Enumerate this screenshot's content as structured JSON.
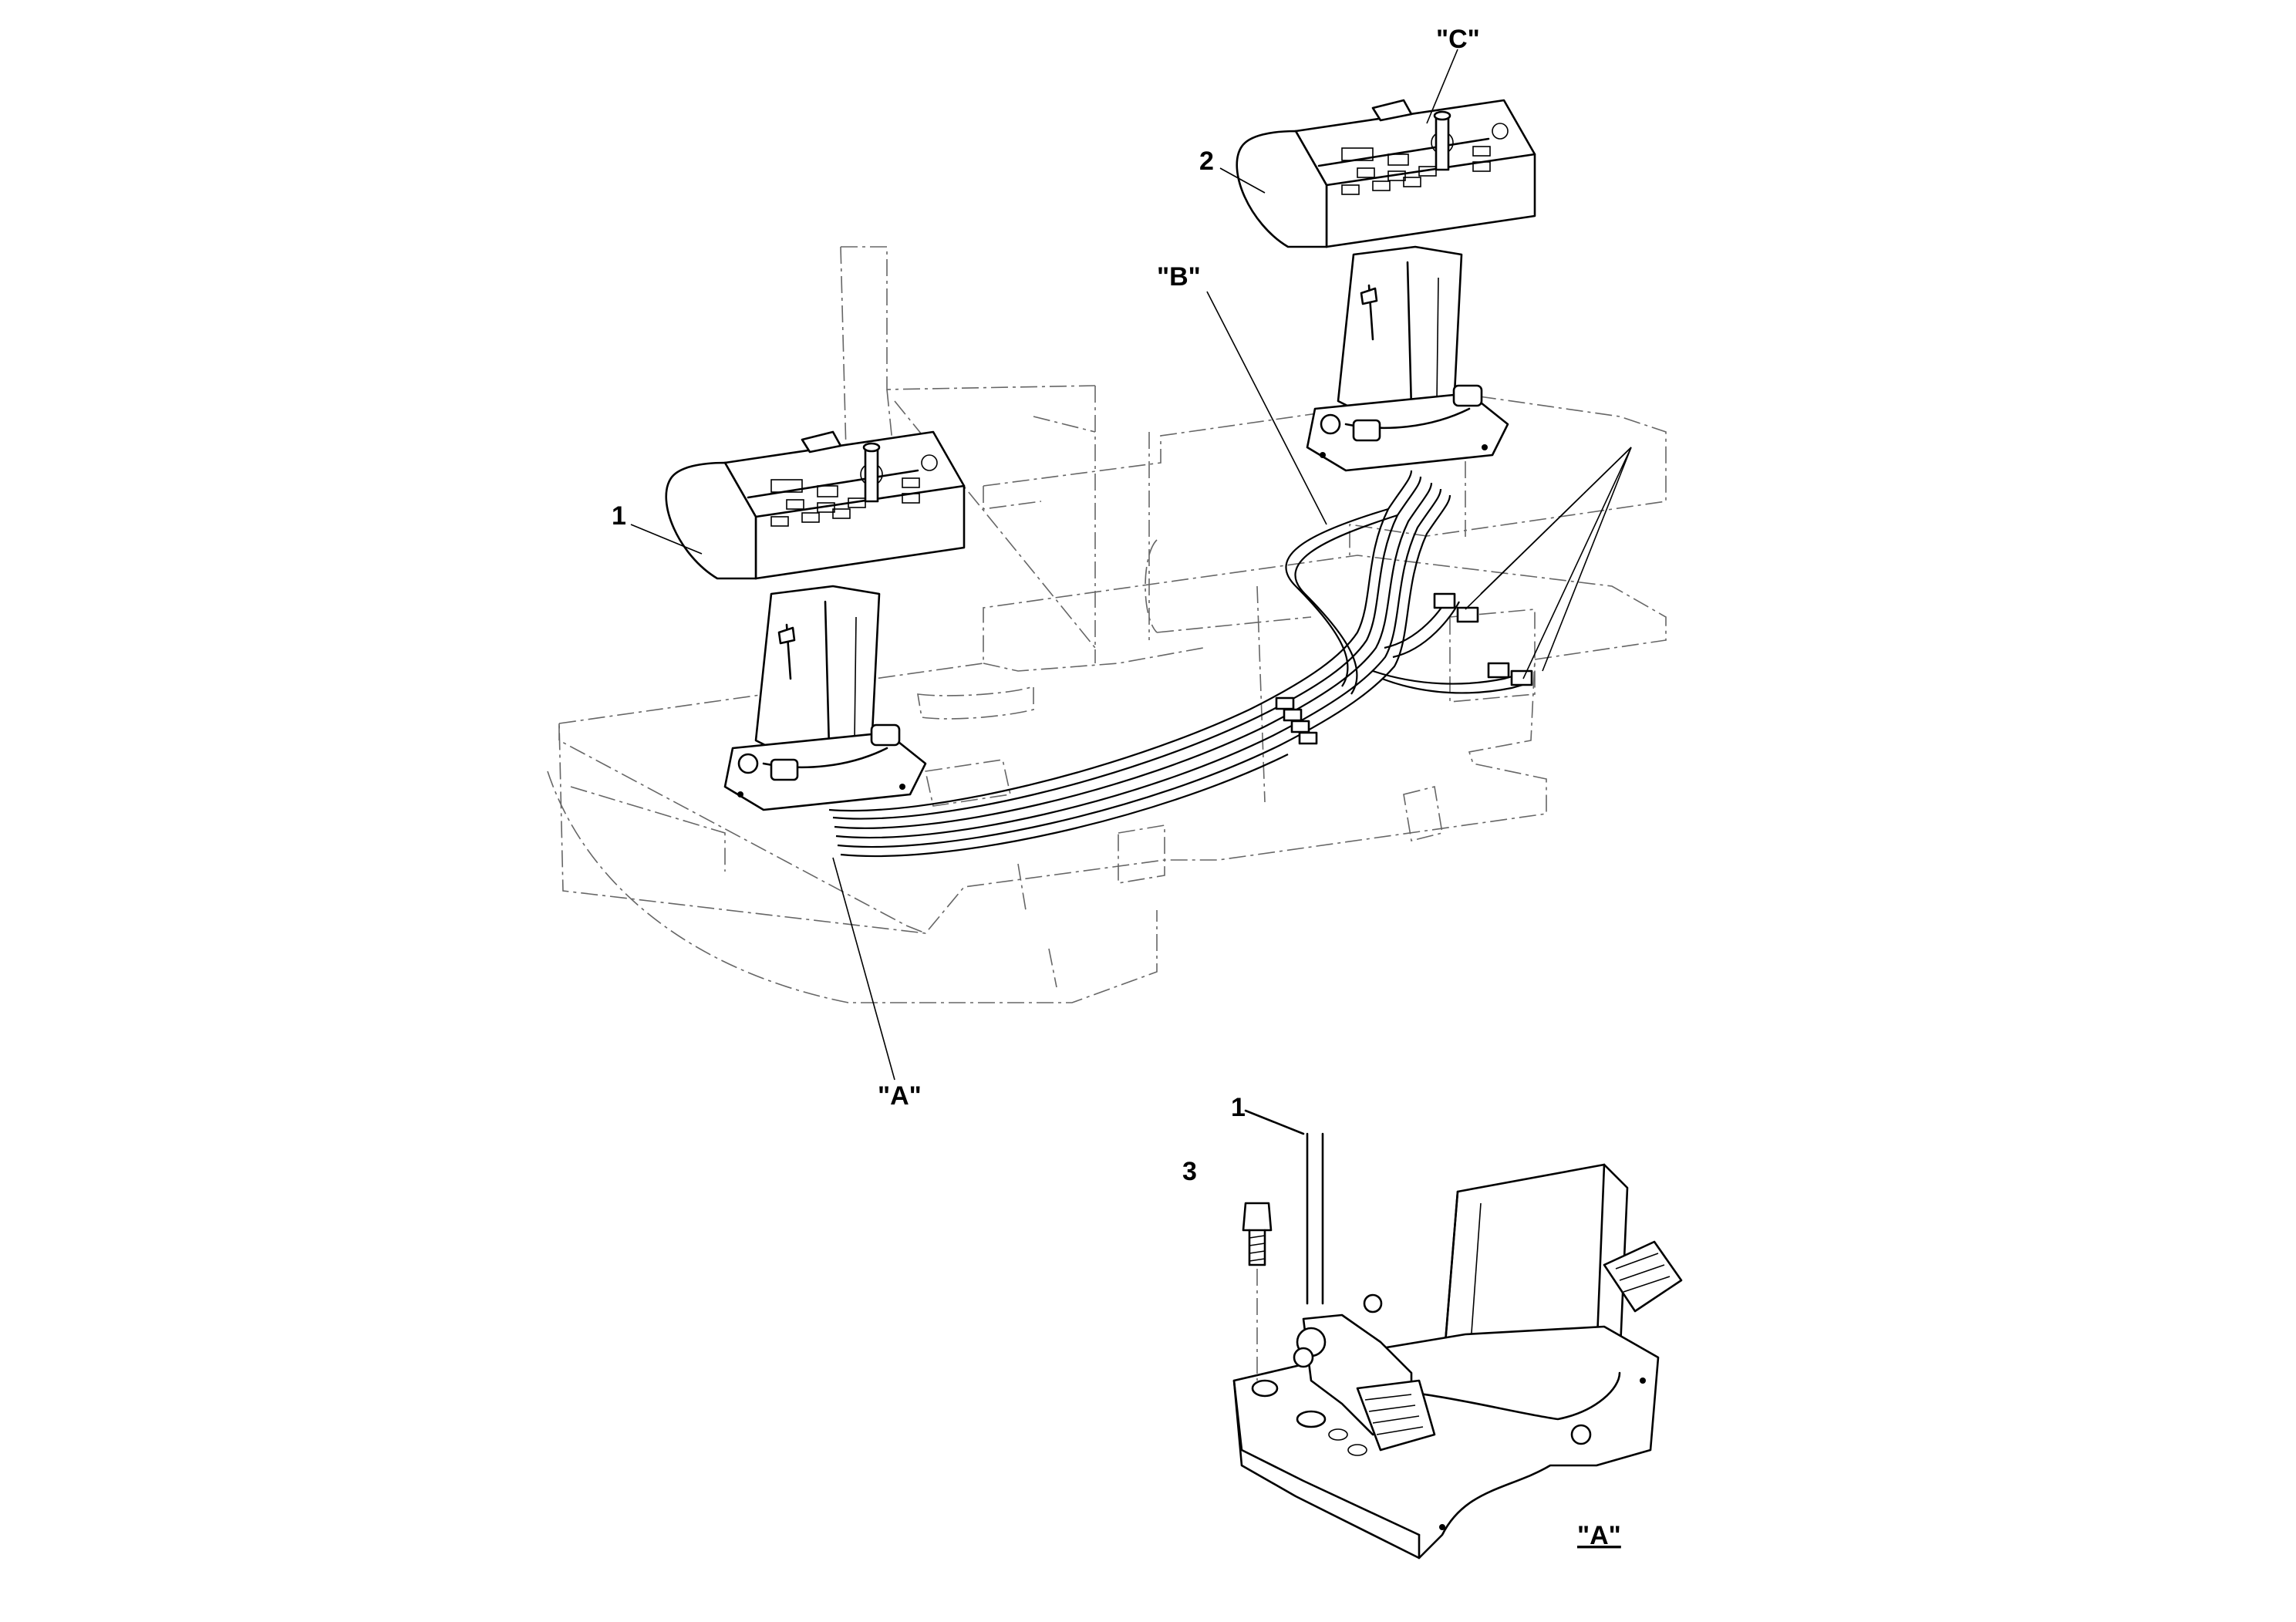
{
  "callouts": {
    "c1_top": "1",
    "c2_top": "2",
    "cA": "\"A\"",
    "cB": "\"B\"",
    "cC": "\"C\"",
    "c1_detail": "1",
    "c3_detail": "3",
    "detail_title": "\"A\""
  }
}
